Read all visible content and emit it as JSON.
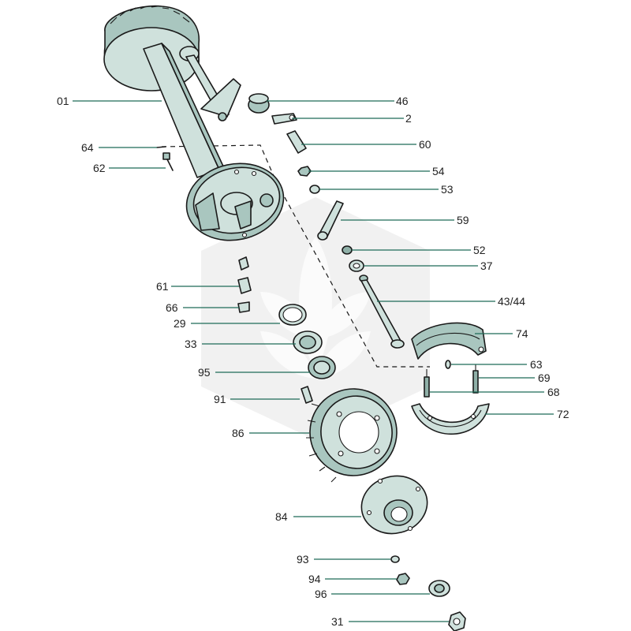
{
  "colors": {
    "part_fill": "#cfe1dc",
    "part_shade": "#a9c6bf",
    "part_dark": "#8fb0a8",
    "outline": "#1a1a1a",
    "leader_line": "#1f6b58",
    "watermark": "#eeeeee"
  },
  "watermark": {
    "icon": "wheat-hexagon-logo"
  },
  "callouts": [
    {
      "id": "c01",
      "label": "01"
    },
    {
      "id": "c46",
      "label": "46"
    },
    {
      "id": "c2",
      "label": "2"
    },
    {
      "id": "c60",
      "label": "60"
    },
    {
      "id": "c64",
      "label": "64"
    },
    {
      "id": "c62",
      "label": "62"
    },
    {
      "id": "c54",
      "label": "54"
    },
    {
      "id": "c53",
      "label": "53"
    },
    {
      "id": "c59",
      "label": "59"
    },
    {
      "id": "c52",
      "label": "52"
    },
    {
      "id": "c37",
      "label": "37"
    },
    {
      "id": "c61",
      "label": "61"
    },
    {
      "id": "c43_44",
      "label": "43/44"
    },
    {
      "id": "c66",
      "label": "66"
    },
    {
      "id": "c29",
      "label": "29"
    },
    {
      "id": "c74",
      "label": "74"
    },
    {
      "id": "c33",
      "label": "33"
    },
    {
      "id": "c63",
      "label": "63"
    },
    {
      "id": "c95",
      "label": "95"
    },
    {
      "id": "c69",
      "label": "69"
    },
    {
      "id": "c91",
      "label": "91"
    },
    {
      "id": "c68",
      "label": "68"
    },
    {
      "id": "c72",
      "label": "72"
    },
    {
      "id": "c86",
      "label": "86"
    },
    {
      "id": "c84",
      "label": "84"
    },
    {
      "id": "c93",
      "label": "93"
    },
    {
      "id": "c94",
      "label": "94"
    },
    {
      "id": "c96",
      "label": "96"
    },
    {
      "id": "c31",
      "label": "31"
    }
  ]
}
